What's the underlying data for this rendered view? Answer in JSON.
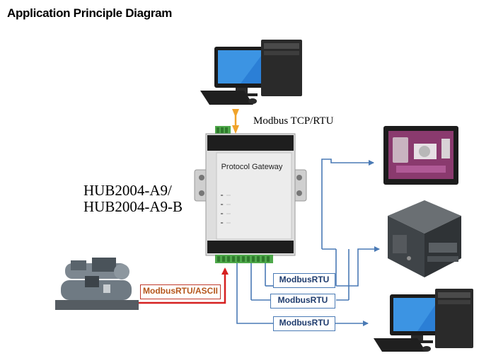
{
  "title": "Application Principle Diagram",
  "device": {
    "model_lines": [
      "HUB2004-A9/",
      "HUB2004-A9-B"
    ],
    "panel_label": "Protocol Gateway"
  },
  "links": {
    "upstream_protocol": "Modbus TCP/RTU",
    "input_protocol": "ModbusRTU/ASCII",
    "outputs": [
      "ModbusRTU",
      "ModbusRTU",
      "ModbusRTU"
    ]
  },
  "colors": {
    "blue_line": "#4a7ab5",
    "red_line": "#d62020",
    "orange_arrow": "#f0a32a"
  },
  "icons": [
    "desktop-computer-icon",
    "hmi-touch-panel-icon",
    "plc-controller-icon",
    "industrial-chiller-icon",
    "protocol-gateway-device-icon"
  ]
}
